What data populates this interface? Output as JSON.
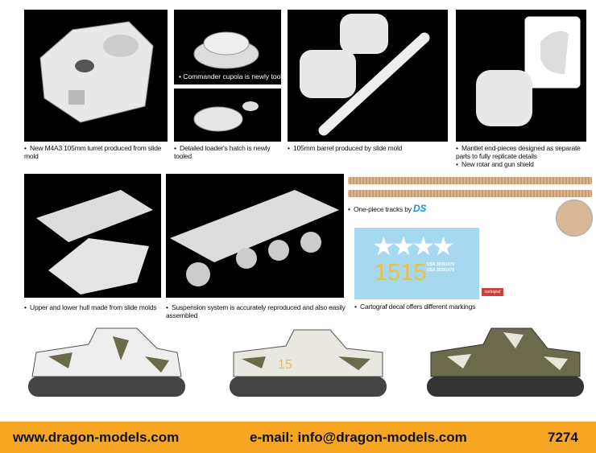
{
  "features": [
    {
      "caption": "New M4A3 105mm turret produced from slide mold"
    },
    {
      "caption": "Commander cupola is newly tooled"
    },
    {
      "caption": "Detailed loader's hatch is newly tooled"
    },
    {
      "caption": "105mm barrel produced by slide mold"
    },
    {
      "caption": "Mantlet end-pieces designed as separate parts to fully replicate details"
    },
    {
      "caption": "New rotar and gun shield"
    },
    {
      "caption": "Upper and lower hull made from slide molds"
    },
    {
      "caption": "Suspension system is accurately reproduced and also easily assembled"
    },
    {
      "caption": "One-piece tracks by",
      "logo": "DS"
    },
    {
      "caption": "Cartograf decal offers different markings",
      "logo": "cartograf"
    }
  ],
  "decal": {
    "number": "1515",
    "serials": [
      "USA 30391473",
      "USA 30391473"
    ]
  },
  "tank_marking": "15",
  "footer": {
    "website": "www.dragon-models.com",
    "email": "e-mail: info@dragon-models.com",
    "product_number": "7274"
  },
  "colors": {
    "footer": "#f6a623",
    "decal_bg": "#a6d8f0",
    "decal_yellow": "#f1c232"
  }
}
